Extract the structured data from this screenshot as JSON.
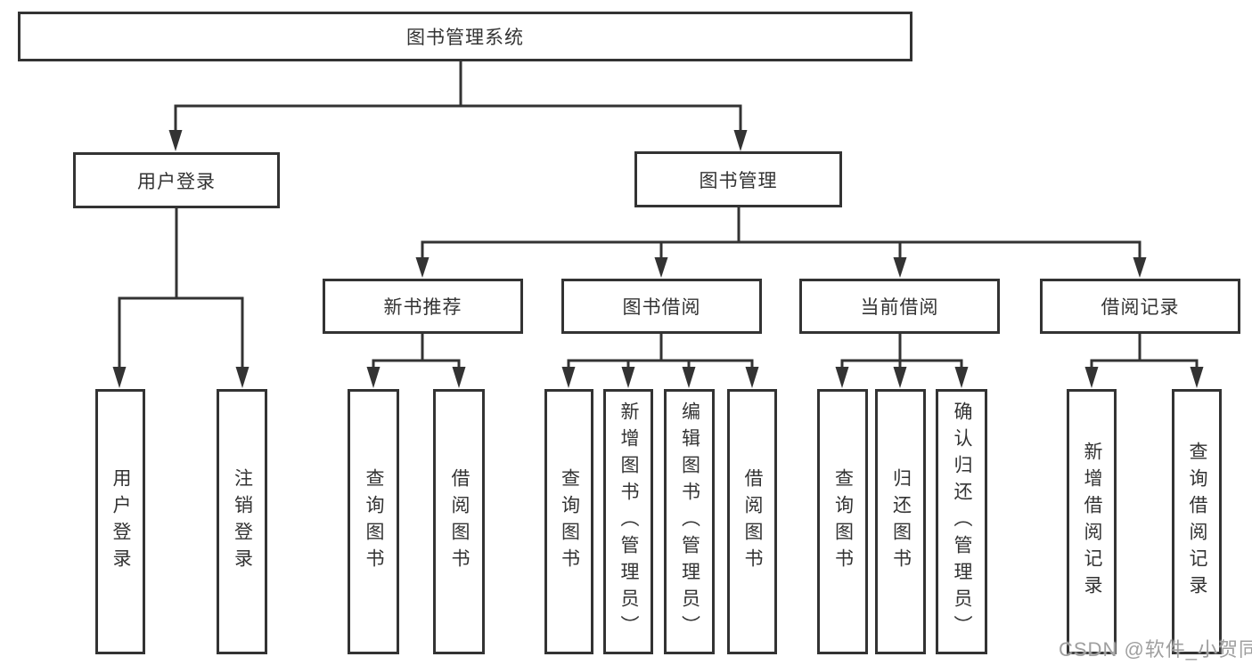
{
  "diagram": {
    "root": {
      "label": "图书管理系统"
    },
    "branches": [
      {
        "label": "用户登录",
        "children": [
          {
            "label": "用户登录"
          },
          {
            "label": "注销登录"
          }
        ]
      },
      {
        "label": "图书管理",
        "children": [
          {
            "label": "新书推荐",
            "children": [
              {
                "label": "查询图书"
              },
              {
                "label": "借阅图书"
              }
            ]
          },
          {
            "label": "图书借阅",
            "children": [
              {
                "label": "查询图书"
              },
              {
                "label": "新增图书（管理员）"
              },
              {
                "label": "编辑图书（管理员）"
              },
              {
                "label": "借阅图书"
              }
            ]
          },
          {
            "label": "当前借阅",
            "children": [
              {
                "label": "查询图书"
              },
              {
                "label": "归还图书"
              },
              {
                "label": "确认归还（管理员）"
              }
            ]
          },
          {
            "label": "借阅记录",
            "children": [
              {
                "label": "新增借阅记录"
              },
              {
                "label": "查询借阅记录"
              }
            ]
          }
        ]
      }
    ]
  },
  "watermark": {
    "text": "CSDN @软件_小贺同学"
  },
  "colors": {
    "line": "#333333",
    "text": "#333333",
    "background": "#ffffff",
    "watermark": "#9f9f9f"
  }
}
